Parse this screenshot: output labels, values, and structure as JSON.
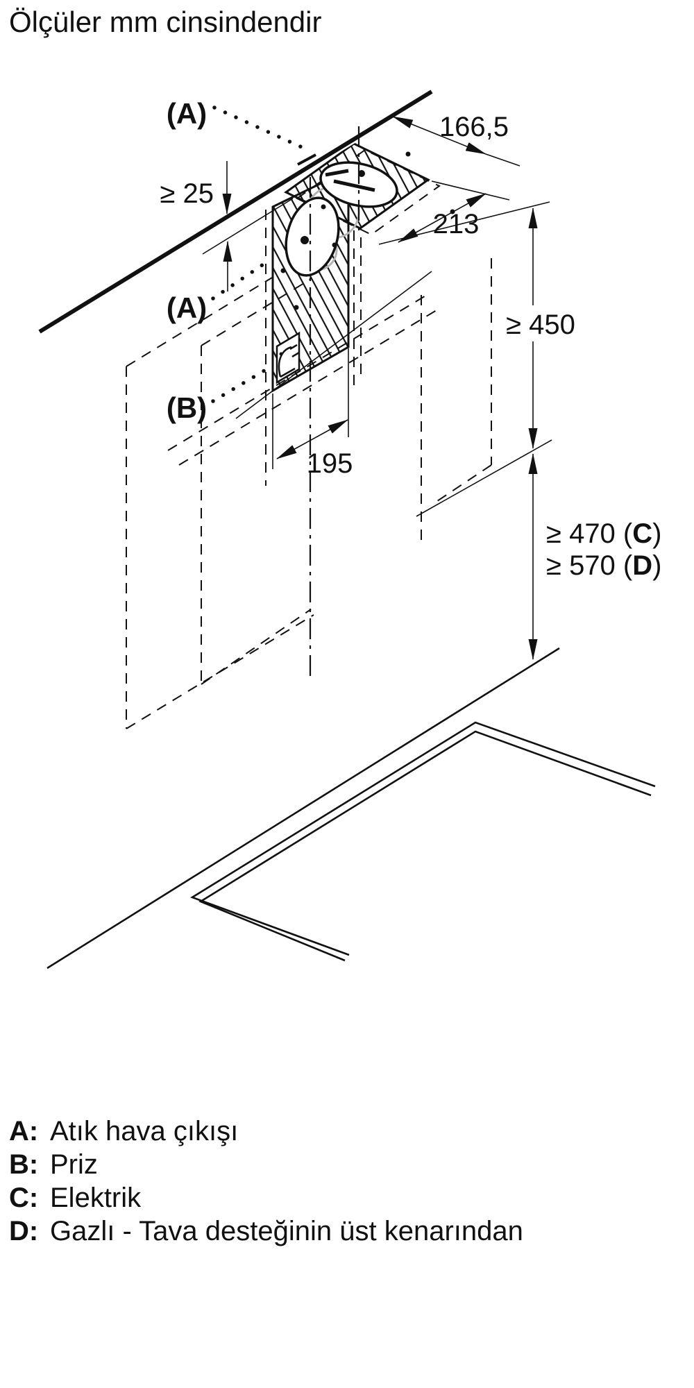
{
  "title": "Ölçüler mm cinsindendir",
  "callouts": {
    "a_top": "(A)",
    "a_side": "(A)",
    "b_side": "(B)"
  },
  "dimensions": {
    "top_clearance": "≥ 25",
    "duct_plate_depth": "166,5",
    "duct_depth": "213",
    "wall_strip_width": "195",
    "min_height_upper": "≥ 450",
    "electric_prefix": "≥ 470 (",
    "electric_letter": "C",
    "electric_suffix": ")",
    "gas_prefix": "≥ 570 (",
    "gas_letter": "D",
    "gas_suffix": ")"
  },
  "legend": [
    {
      "key": "A:",
      "text": "Atık hava çıkışı"
    },
    {
      "key": "B:",
      "text": "Priz"
    },
    {
      "key": "C:",
      "text": "Elektrik"
    },
    {
      "key": "D:",
      "text": "Gazlı - Tava desteğinin üst kenarından"
    }
  ]
}
